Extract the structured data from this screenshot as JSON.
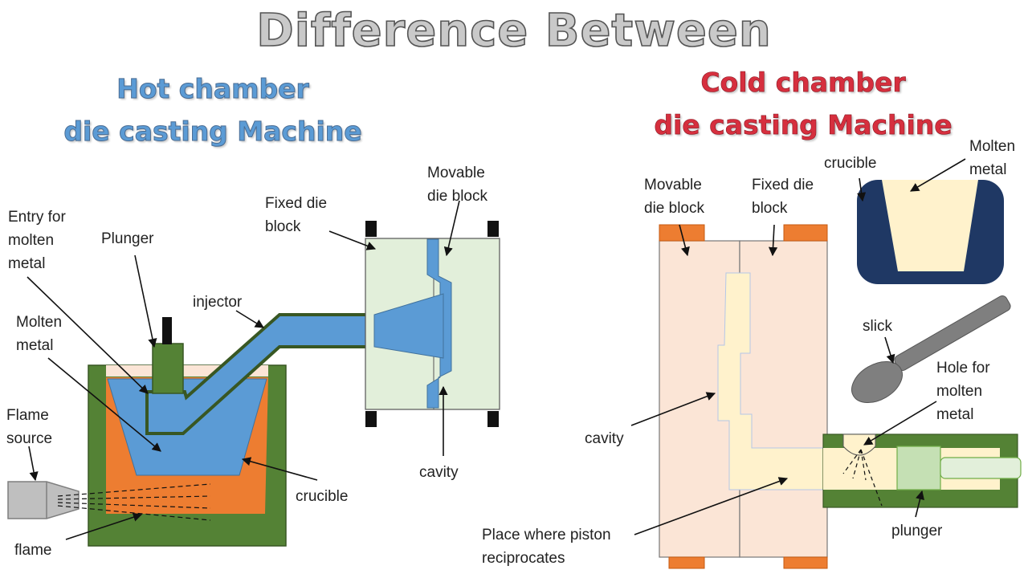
{
  "title": "Difference Between",
  "hot": {
    "heading": "Hot chamber\ndie casting Machine",
    "labels": {
      "movable_die_block": "Movable\ndie block",
      "fixed_die_block": "Fixed die\nblock",
      "entry": "Entry for\nmolten\nmetal",
      "plunger": "Plunger",
      "injector": "injector",
      "molten_metal": "Molten\nmetal",
      "flame_source": "Flame\nsource",
      "crucible": "crucible",
      "cavity": "cavity",
      "flame": "flame"
    }
  },
  "cold": {
    "heading": "Cold chamber\ndie casting Machine",
    "labels": {
      "movable_die_block": "Movable\ndie block",
      "fixed_die_block": "Fixed die\nblock",
      "crucible": "crucible",
      "molten_metal": "Molten\nmetal",
      "slick": "slick",
      "hole": "Hole for\nmolten\nmetal",
      "cavity": "cavity",
      "piston": "Place where piston\nreciprocates",
      "plunger": "plunger"
    }
  },
  "colors": {
    "blue": "#5b9bd5",
    "light_green": "#e2efda",
    "dark_green": "#548235",
    "orange": "#ed7d31",
    "peach": "#fbe5d6",
    "cream": "#fff2cc",
    "navy": "#1f3864",
    "red_title": "#d62f3e"
  }
}
